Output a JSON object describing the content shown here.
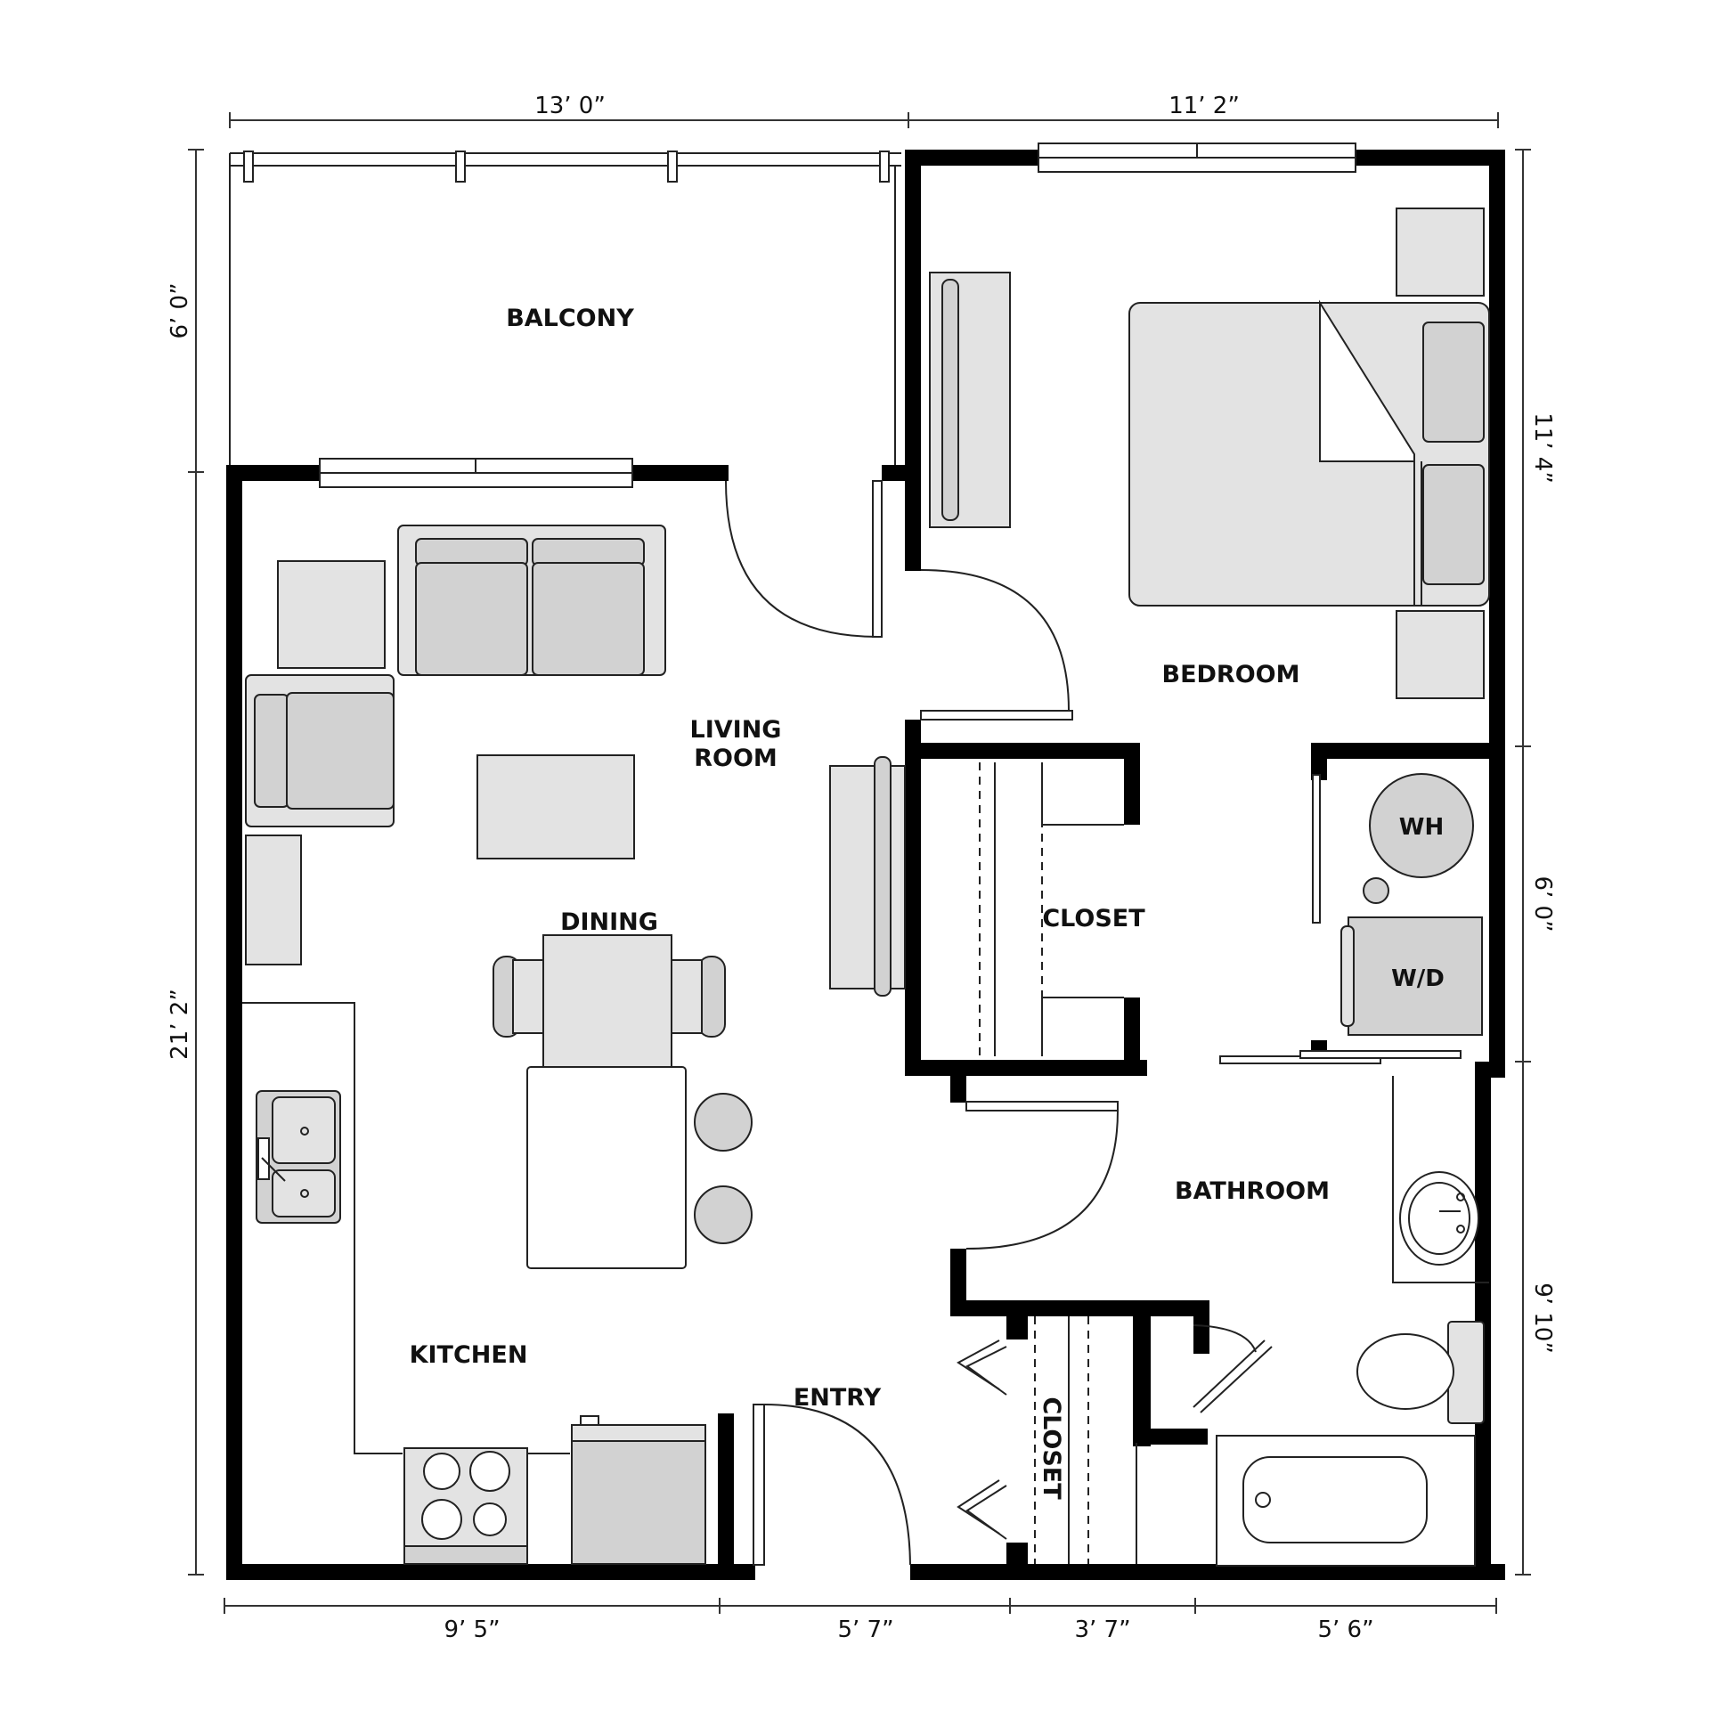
{
  "rooms": {
    "balcony": "BALCONY",
    "living_line1": "LIVING",
    "living_line2": "ROOM",
    "dining": "DINING",
    "kitchen": "KITCHEN",
    "entry": "ENTRY",
    "bedroom": "BEDROOM",
    "closet_bedroom": "CLOSET",
    "bathroom": "BATHROOM",
    "closet_hall": "CLOSET"
  },
  "appliances": {
    "water_heater": "WH",
    "washer_dryer": "W/D"
  },
  "dimensions": {
    "top": [
      "13’ 0”",
      "11’ 2”"
    ],
    "bottom": [
      "9’ 5”",
      "5’ 7”",
      "3’ 7”",
      "5’ 6”"
    ],
    "left": [
      "6’ 0”",
      "21’ 2”"
    ],
    "right": [
      "11’ 4”",
      "6’ 0”",
      "9’ 10”"
    ]
  }
}
